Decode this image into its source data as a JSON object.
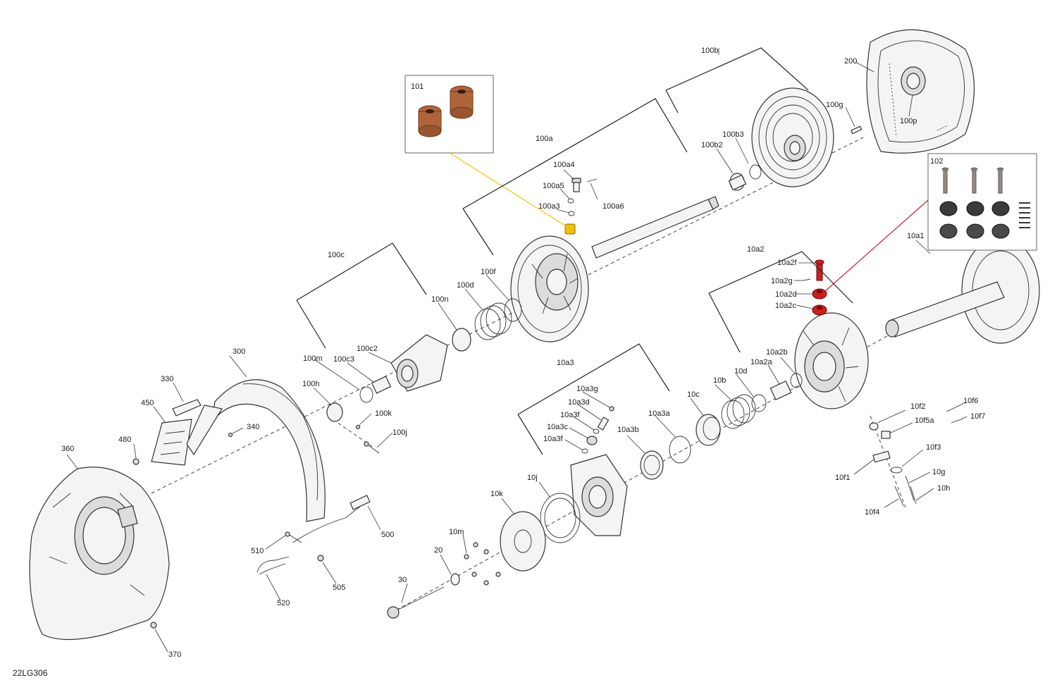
{
  "doc_code": "22LG306",
  "colors": {
    "accent_yellow": "#f2c200",
    "accent_red": "#cc2020",
    "copper": "#b0643a",
    "rubber": "#3a3a3a"
  },
  "labels": [
    {
      "id": "100b",
      "text": "100b"
    },
    {
      "id": "200",
      "text": "200"
    },
    {
      "id": "101",
      "text": "101"
    },
    {
      "id": "100g",
      "text": "100g"
    },
    {
      "id": "100p",
      "text": "100p"
    },
    {
      "id": "100a",
      "text": "100a"
    },
    {
      "id": "100b3",
      "text": "100b3"
    },
    {
      "id": "100b2",
      "text": "100b2"
    },
    {
      "id": "102",
      "text": "102"
    },
    {
      "id": "100a4",
      "text": "100a4"
    },
    {
      "id": "100a5",
      "text": "100a5"
    },
    {
      "id": "100a6",
      "text": "100a6"
    },
    {
      "id": "100a3",
      "text": "100a3"
    },
    {
      "id": "10a1",
      "text": "10a1"
    },
    {
      "id": "10a2",
      "text": "10a2"
    },
    {
      "id": "10a2f",
      "text": "10a2f"
    },
    {
      "id": "10a2g",
      "text": "10a2g"
    },
    {
      "id": "10a2d",
      "text": "10a2d"
    },
    {
      "id": "10a2c",
      "text": "10a2c"
    },
    {
      "id": "100c",
      "text": "100c"
    },
    {
      "id": "100f",
      "text": "100f"
    },
    {
      "id": "100d",
      "text": "100d"
    },
    {
      "id": "100n",
      "text": "100n"
    },
    {
      "id": "300",
      "text": "300"
    },
    {
      "id": "100m",
      "text": "100m"
    },
    {
      "id": "100c3",
      "text": "100c3"
    },
    {
      "id": "100c2",
      "text": "100c2"
    },
    {
      "id": "10a2b",
      "text": "10a2b"
    },
    {
      "id": "10a2a",
      "text": "10a2a"
    },
    {
      "id": "10a3",
      "text": "10a3"
    },
    {
      "id": "10d",
      "text": "10d"
    },
    {
      "id": "10b",
      "text": "10b"
    },
    {
      "id": "10c",
      "text": "10c"
    },
    {
      "id": "330",
      "text": "330"
    },
    {
      "id": "100h",
      "text": "100h"
    },
    {
      "id": "10a3g",
      "text": "10a3g"
    },
    {
      "id": "10a3d",
      "text": "10a3d"
    },
    {
      "id": "10a3a",
      "text": "10a3a"
    },
    {
      "id": "450",
      "text": "450"
    },
    {
      "id": "100k",
      "text": "100k"
    },
    {
      "id": "10a3f_top",
      "text": "10a3f"
    },
    {
      "id": "10f2",
      "text": "10f2"
    },
    {
      "id": "10f6",
      "text": "10f6"
    },
    {
      "id": "10f7",
      "text": "10f7"
    },
    {
      "id": "340",
      "text": "340"
    },
    {
      "id": "10a3c",
      "text": "10a3c"
    },
    {
      "id": "10a3b",
      "text": "10a3b"
    },
    {
      "id": "10f5a",
      "text": "10f5a"
    },
    {
      "id": "100j",
      "text": "100j"
    },
    {
      "id": "480",
      "text": "480"
    },
    {
      "id": "10a3f_bot",
      "text": "10a3f"
    },
    {
      "id": "360",
      "text": "360"
    },
    {
      "id": "10f3",
      "text": "10f3"
    },
    {
      "id": "10j",
      "text": "10j"
    },
    {
      "id": "10f1",
      "text": "10f1"
    },
    {
      "id": "10g",
      "text": "10g"
    },
    {
      "id": "10k",
      "text": "10k"
    },
    {
      "id": "10h",
      "text": "10h"
    },
    {
      "id": "10f4",
      "text": "10f4"
    },
    {
      "id": "500",
      "text": "500"
    },
    {
      "id": "10m",
      "text": "10m"
    },
    {
      "id": "510",
      "text": "510"
    },
    {
      "id": "20",
      "text": "20"
    },
    {
      "id": "505",
      "text": "505"
    },
    {
      "id": "30",
      "text": "30"
    },
    {
      "id": "520",
      "text": "520"
    },
    {
      "id": "370",
      "text": "370"
    }
  ]
}
